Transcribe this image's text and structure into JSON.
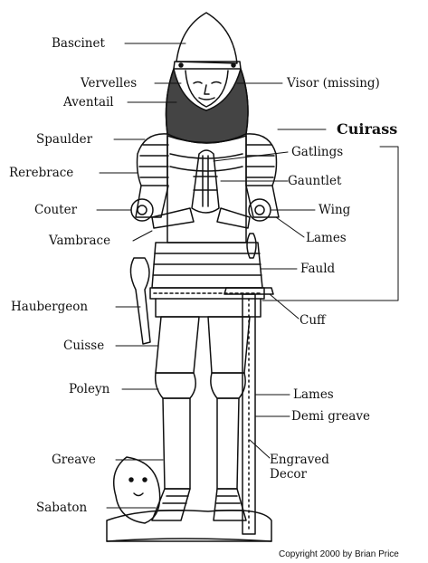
{
  "labels_left": {
    "bascinet": "Bascinet",
    "vervelles": "Vervelles",
    "aventail": "Aventail",
    "spaulder": "Spaulder",
    "rerebrace": "Rerebrace",
    "couter": "Couter",
    "vambrace": "Vambrace",
    "haubergeon": "Haubergeon",
    "cuisse": "Cuisse",
    "poleyn": "Poleyn",
    "greave": "Greave",
    "sabaton": "Sabaton"
  },
  "labels_right": {
    "visor": "Visor (missing)",
    "cuirass": "Cuirass",
    "gatlings": "Gatlings",
    "gauntlet": "Gauntlet",
    "wing": "Wing",
    "lames_upper": "Lames",
    "fauld": "Fauld",
    "cuff": "Cuff",
    "lames_lower": "Lames",
    "demi_greave": "Demi greave",
    "engraved_decor_1": "Engraved",
    "engraved_decor_2": "Decor"
  },
  "copyright": "Copyright 2000 by Brian Price"
}
